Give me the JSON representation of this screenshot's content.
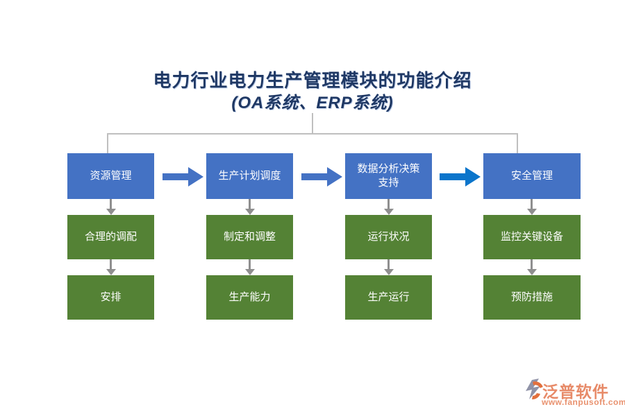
{
  "title": {
    "line1": "电力行业电力生产管理模块的功能介绍",
    "line2": "(OA系统、ERP系统)"
  },
  "columns": [
    {
      "top": "资源管理",
      "middle": "合理的调配",
      "bottom": "安排"
    },
    {
      "top": "生产计划调度",
      "middle": "制定和调整",
      "bottom": "生产能力"
    },
    {
      "top": "数据分析决策支持",
      "middle": "运行状况",
      "bottom": "生产运行"
    },
    {
      "top": "安全管理",
      "middle": "监控关键设备",
      "bottom": "预防措施"
    }
  ],
  "colors": {
    "box_blue": "#4472C4",
    "box_green": "#548235",
    "arrow_blue": "#4472C4",
    "arrow_bright_blue": "#0B75CB",
    "arrow_gray": "#8F8F8F",
    "connector_gray": "#BFBFBF",
    "title_navy": "#1F3864",
    "watermark_salmon": "#E78A68"
  },
  "watermark": {
    "brand": "泛普软件",
    "url": "www.fanpusoft.com"
  }
}
